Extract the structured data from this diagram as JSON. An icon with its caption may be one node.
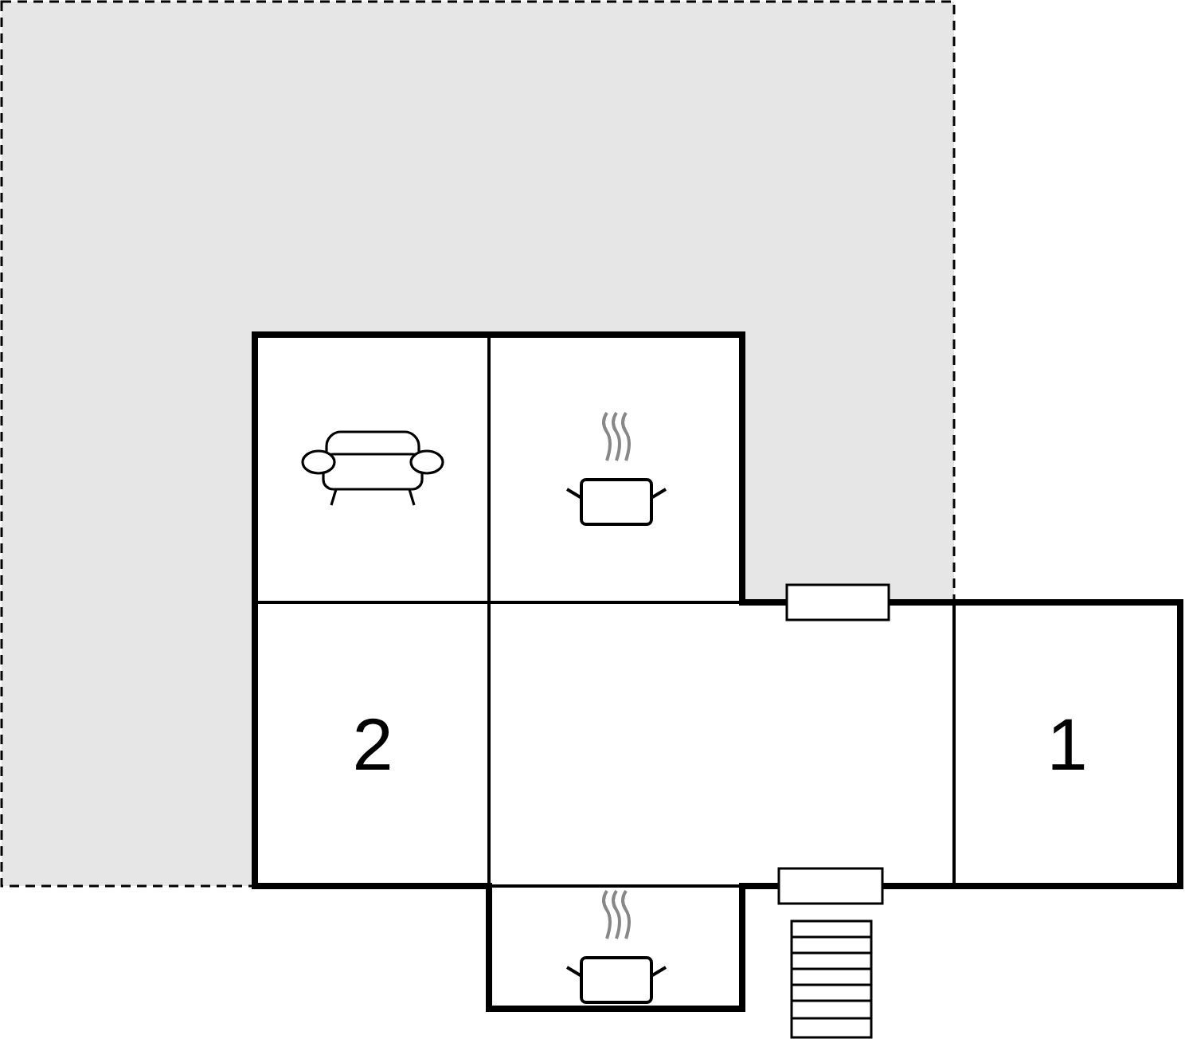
{
  "diagram": {
    "nodes": [
      {
        "text": [],
        "shape": "box"
      },
      {
        "text": [],
        "shape": "box"
      },
      {
        "text": [
          "2"
        ]
      },
      {
        "text": [],
        "shape": "box"
      },
      {
        "text": [
          "1"
        ]
      },
      {
        "text": [],
        "shape": "box"
      }
    ],
    "edges": []
  }
}
